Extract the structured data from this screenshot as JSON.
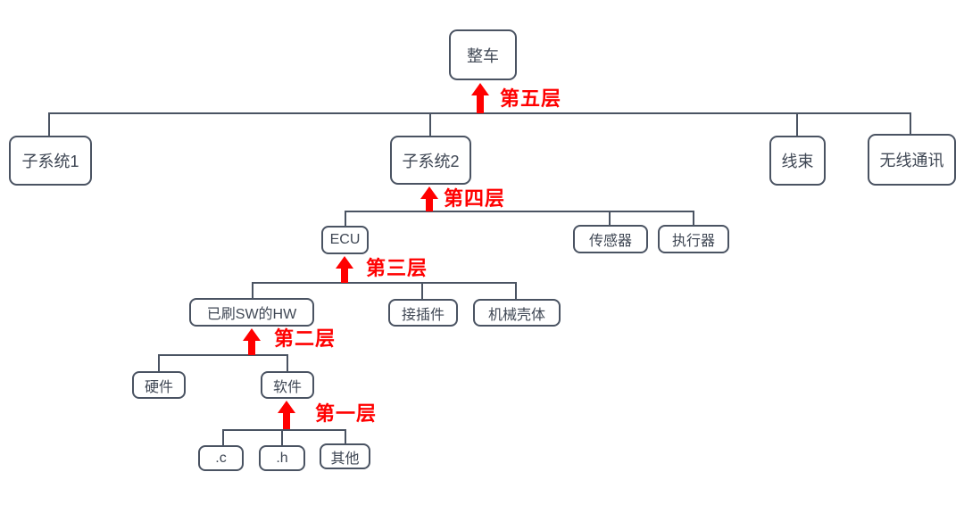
{
  "diagram": {
    "nodes": {
      "vehicle": {
        "label": "整车"
      },
      "subsystem1": {
        "label": "子系统1"
      },
      "subsystem2": {
        "label": "子系统2"
      },
      "harness": {
        "label": "线束"
      },
      "wireless": {
        "label": "无线通讯"
      },
      "ecu": {
        "label": "ECU"
      },
      "sensor": {
        "label": "传感器"
      },
      "actuator": {
        "label": "执行器"
      },
      "flashed_hw": {
        "label": "已刷SW的HW"
      },
      "connector": {
        "label": "接插件"
      },
      "housing": {
        "label": "机械壳体"
      },
      "hardware": {
        "label": "硬件"
      },
      "software": {
        "label": "软件"
      },
      "c_file": {
        "label": ".c"
      },
      "h_file": {
        "label": ".h"
      },
      "other": {
        "label": "其他"
      }
    },
    "hierarchy": {
      "vehicle": [
        "subsystem1",
        "subsystem2",
        "harness",
        "wireless"
      ],
      "subsystem2": [
        "ecu",
        "sensor",
        "actuator"
      ],
      "ecu": [
        "flashed_hw",
        "connector",
        "housing"
      ],
      "flashed_hw": [
        "hardware",
        "software"
      ],
      "software": [
        "c_file",
        "h_file",
        "other"
      ]
    },
    "level_arrows": [
      {
        "id": "level5",
        "label": "第五层",
        "points_to": "vehicle"
      },
      {
        "id": "level4",
        "label": "第四层",
        "points_to": "subsystem2"
      },
      {
        "id": "level3",
        "label": "第三层",
        "points_to": "ecu"
      },
      {
        "id": "level2",
        "label": "第二层",
        "points_to": "flashed_hw"
      },
      {
        "id": "level1",
        "label": "第一层",
        "points_to": "software"
      }
    ],
    "colors": {
      "background": "#ffffff",
      "box_fill": "#ffffff",
      "box_border": "#4a5362",
      "box_text": "#3f4754",
      "connector_line": "#4a5362",
      "arrow": "#ff0000",
      "level_label": "#ff0000"
    }
  }
}
